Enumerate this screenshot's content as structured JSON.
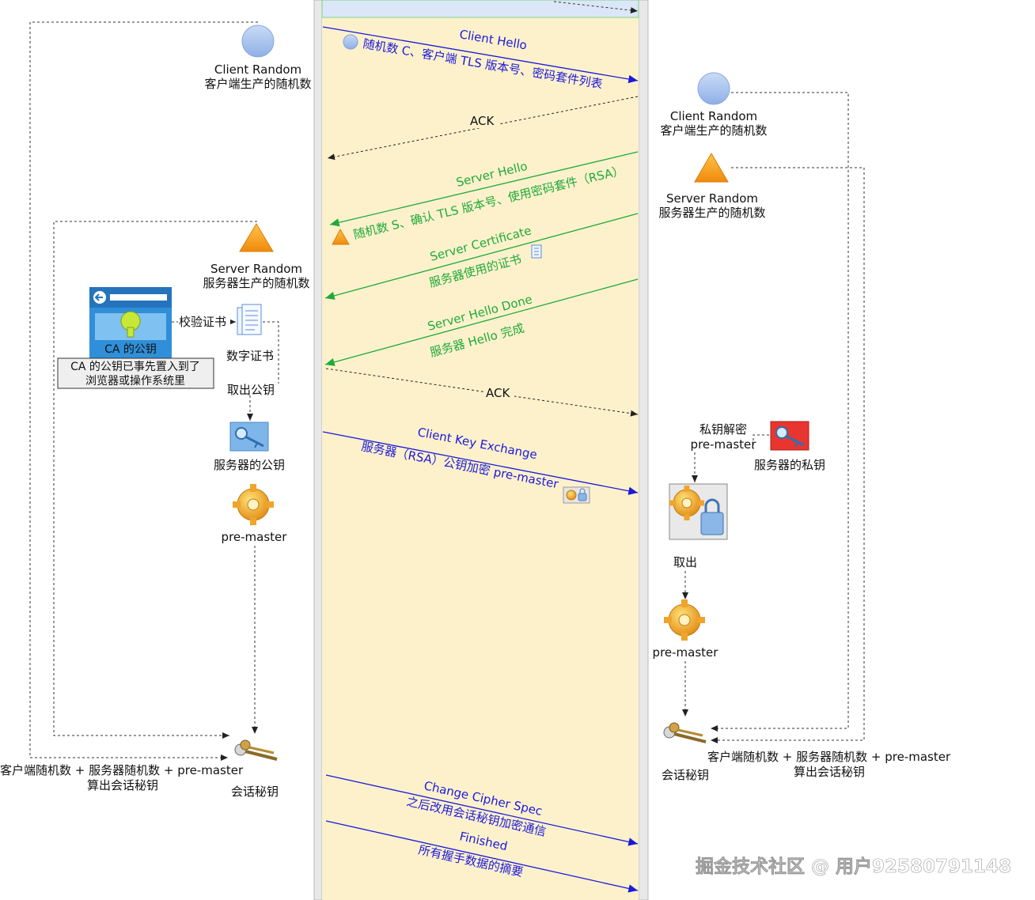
{
  "client_side": {
    "client_random": {
      "title": "Client Random",
      "desc": "客户端生产的随机数"
    },
    "server_random": {
      "title": "Server Random",
      "desc": "服务器生产的随机数"
    },
    "ca_key_label": "CA 的公钥",
    "ca_note_line1": "CA 的公钥已事先置入到了",
    "ca_note_line2": "浏览器或操作系统里",
    "verify_label": "校验证书",
    "cert_label": "数字证书",
    "extract_label": "取出公钥",
    "server_pubkey_label": "服务器的公钥",
    "pre_master": "pre-master",
    "formula_line1": "客户端随机数 + 服务器随机数 +  pre-master",
    "formula_line2": "算出会话秘钥",
    "session_key": "会话秘钥"
  },
  "server_side": {
    "client_random": {
      "title": "Client Random",
      "desc": "客户端生产的随机数"
    },
    "server_random": {
      "title": "Server Random",
      "desc": "服务器生产的随机数"
    },
    "decrypt_line1": "私钥解密",
    "decrypt_line2": "pre-master",
    "private_key_label": "服务器的私钥",
    "extract_label": "取出",
    "pre_master": "pre-master",
    "formula_line1": "客户端随机数 + 服务器随机数 +  pre-master",
    "formula_line2": "算出会话秘钥",
    "session_key": "会话秘钥"
  },
  "messages": {
    "client_hello": "Client Hello",
    "client_hello_detail": "随机数 C、客户端 TLS 版本号、密码套件列表",
    "ack1": "ACK",
    "server_hello": "Server Hello",
    "server_hello_detail": "随机数 S、确认 TLS 版本号、使用密码套件（RSA）",
    "server_cert": "Server Certificate",
    "server_cert_detail": "服务器使用的证书",
    "server_hello_done": "Server Hello Done",
    "server_hello_done_detail": "服务器 Hello 完成",
    "ack2": "ACK",
    "client_key_exchange": "Client Key Exchange",
    "client_key_exchange_detail": "服务器（RSA）公钥加密 pre-master",
    "change_cipher_spec": "Change Cipher Spec",
    "change_cipher_spec_detail": "之后改用会话秘钥加密通信",
    "finished": "Finished",
    "finished_detail": "所有握手数据的摘要"
  },
  "watermark": "掘金技术社区 @ 用户92580791148",
  "colors": {
    "lane_fill": "#fdf1cc",
    "lane_top_fill": "#dbe7f8",
    "client_msg": "#1a1adb",
    "server_msg": "#1faa3a",
    "circle": "#a9c4ee",
    "triangle": "#f7a11a",
    "ca_panel": "#2f8fd8",
    "private_key_bg": "#e8352f"
  }
}
